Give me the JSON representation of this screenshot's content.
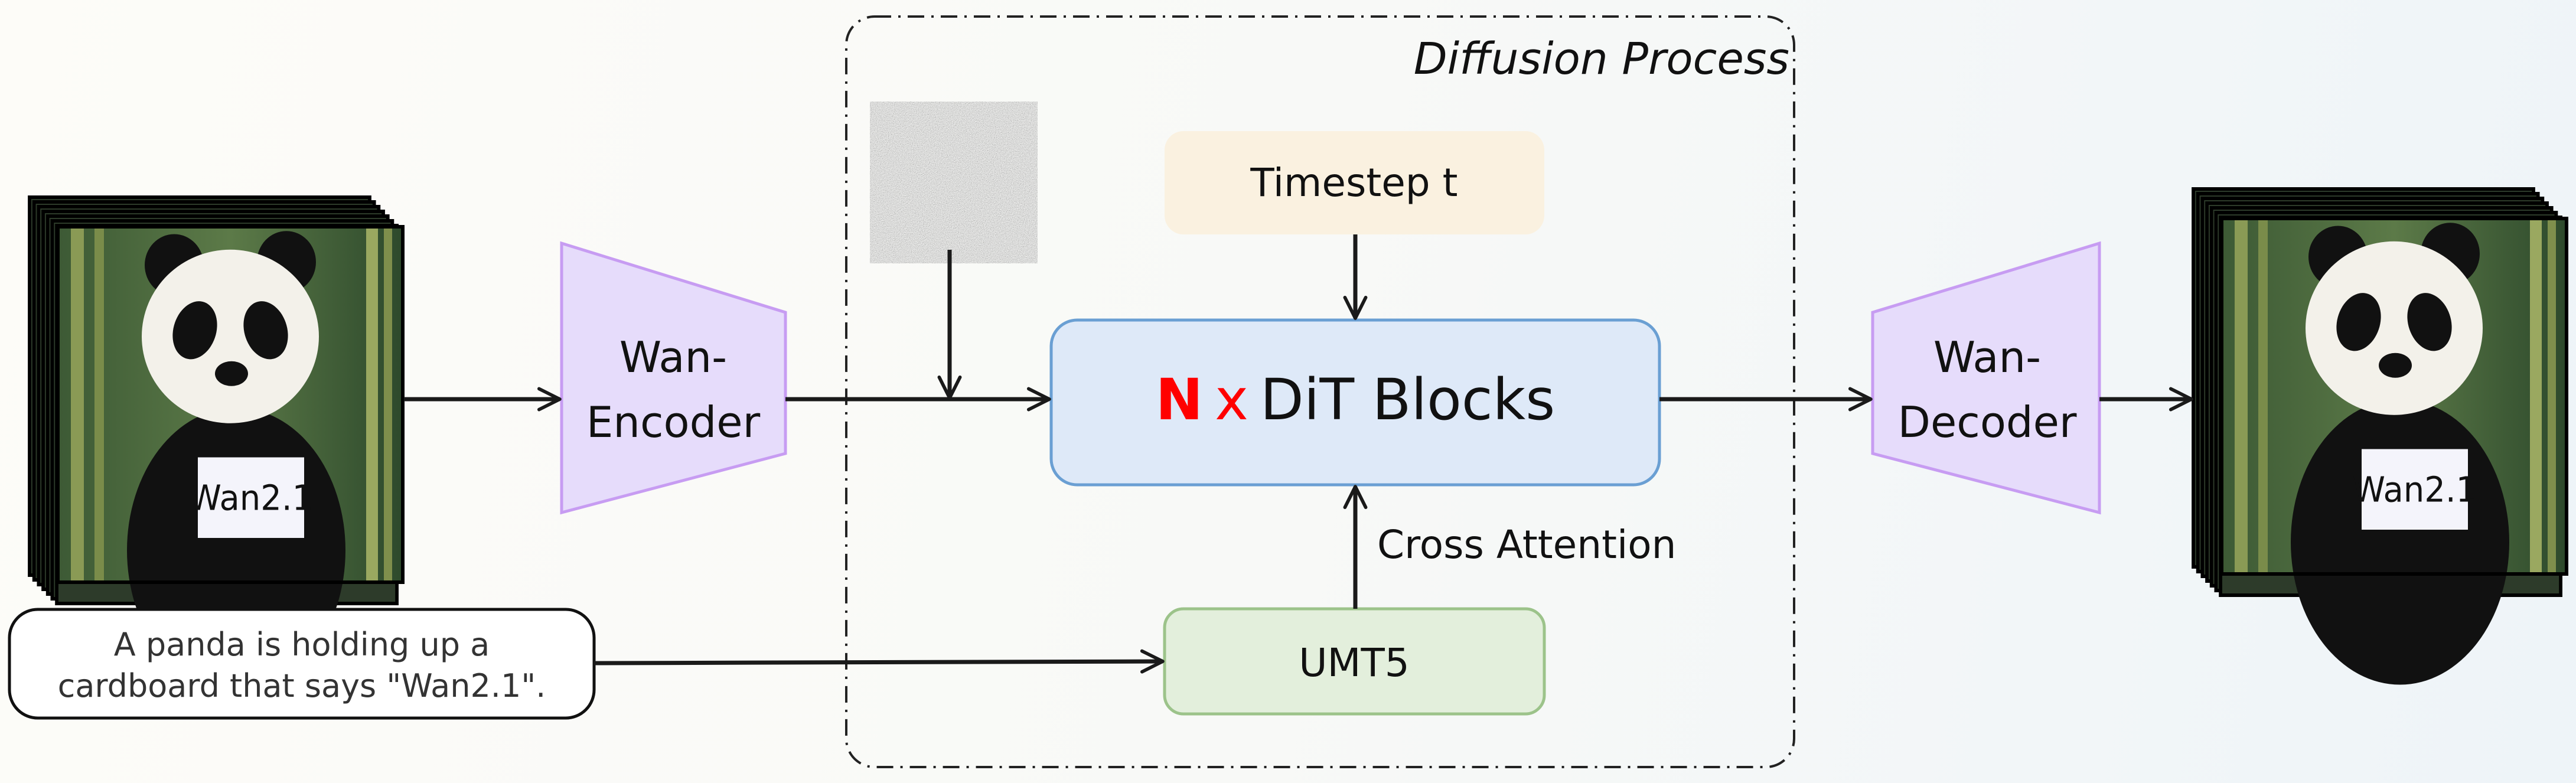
{
  "diffusion_process": {
    "title": "Diffusion Process"
  },
  "encoder": {
    "label_line1": "Wan-",
    "label_line2": "Encoder",
    "color": "#e6dcfb",
    "border": "#c79cf2"
  },
  "decoder": {
    "label_line1": "Wan-",
    "label_line2": "Decoder",
    "color": "#e6dcfb",
    "border": "#c79cf2"
  },
  "timestep": {
    "label": "Timestep t",
    "color": "#faf1e0"
  },
  "dit": {
    "n": "N",
    "x": "x",
    "label": "DiT Blocks",
    "color": "#dee9f8",
    "border": "#6a9fd3",
    "accent": "#ff0000"
  },
  "umt5": {
    "label": "UMT5",
    "color": "#e3efdc",
    "border": "#9cc38a"
  },
  "cross_attention": {
    "label": "Cross Attention"
  },
  "prompt": {
    "line1": "A panda is holding up a",
    "line2": "cardboard that says \"Wan2.1\"."
  },
  "input_video": {
    "sign_text": "Wan2.1"
  },
  "output_video": {
    "sign_text": "Wan2.1"
  },
  "noise": {
    "icon": "noise-latent"
  }
}
